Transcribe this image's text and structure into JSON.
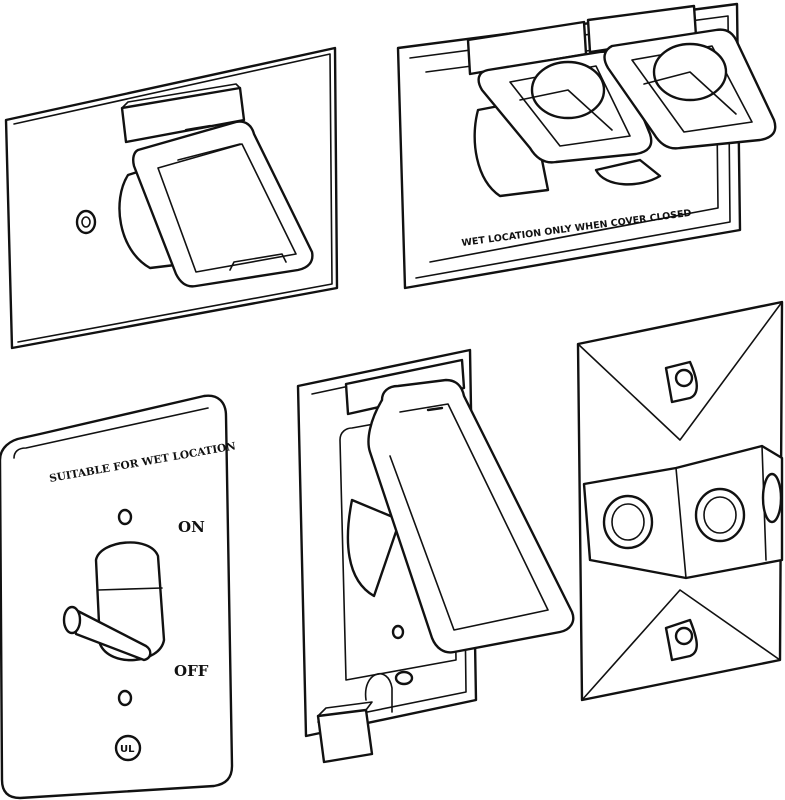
{
  "double_cover": {
    "label": "WET LOCATION ONLY WHEN COVER CLOSED"
  },
  "switch_cover": {
    "label": "SUITABLE FOR WET LOCATION",
    "on": "ON",
    "off": "OFF",
    "ul_mark": "UL"
  }
}
